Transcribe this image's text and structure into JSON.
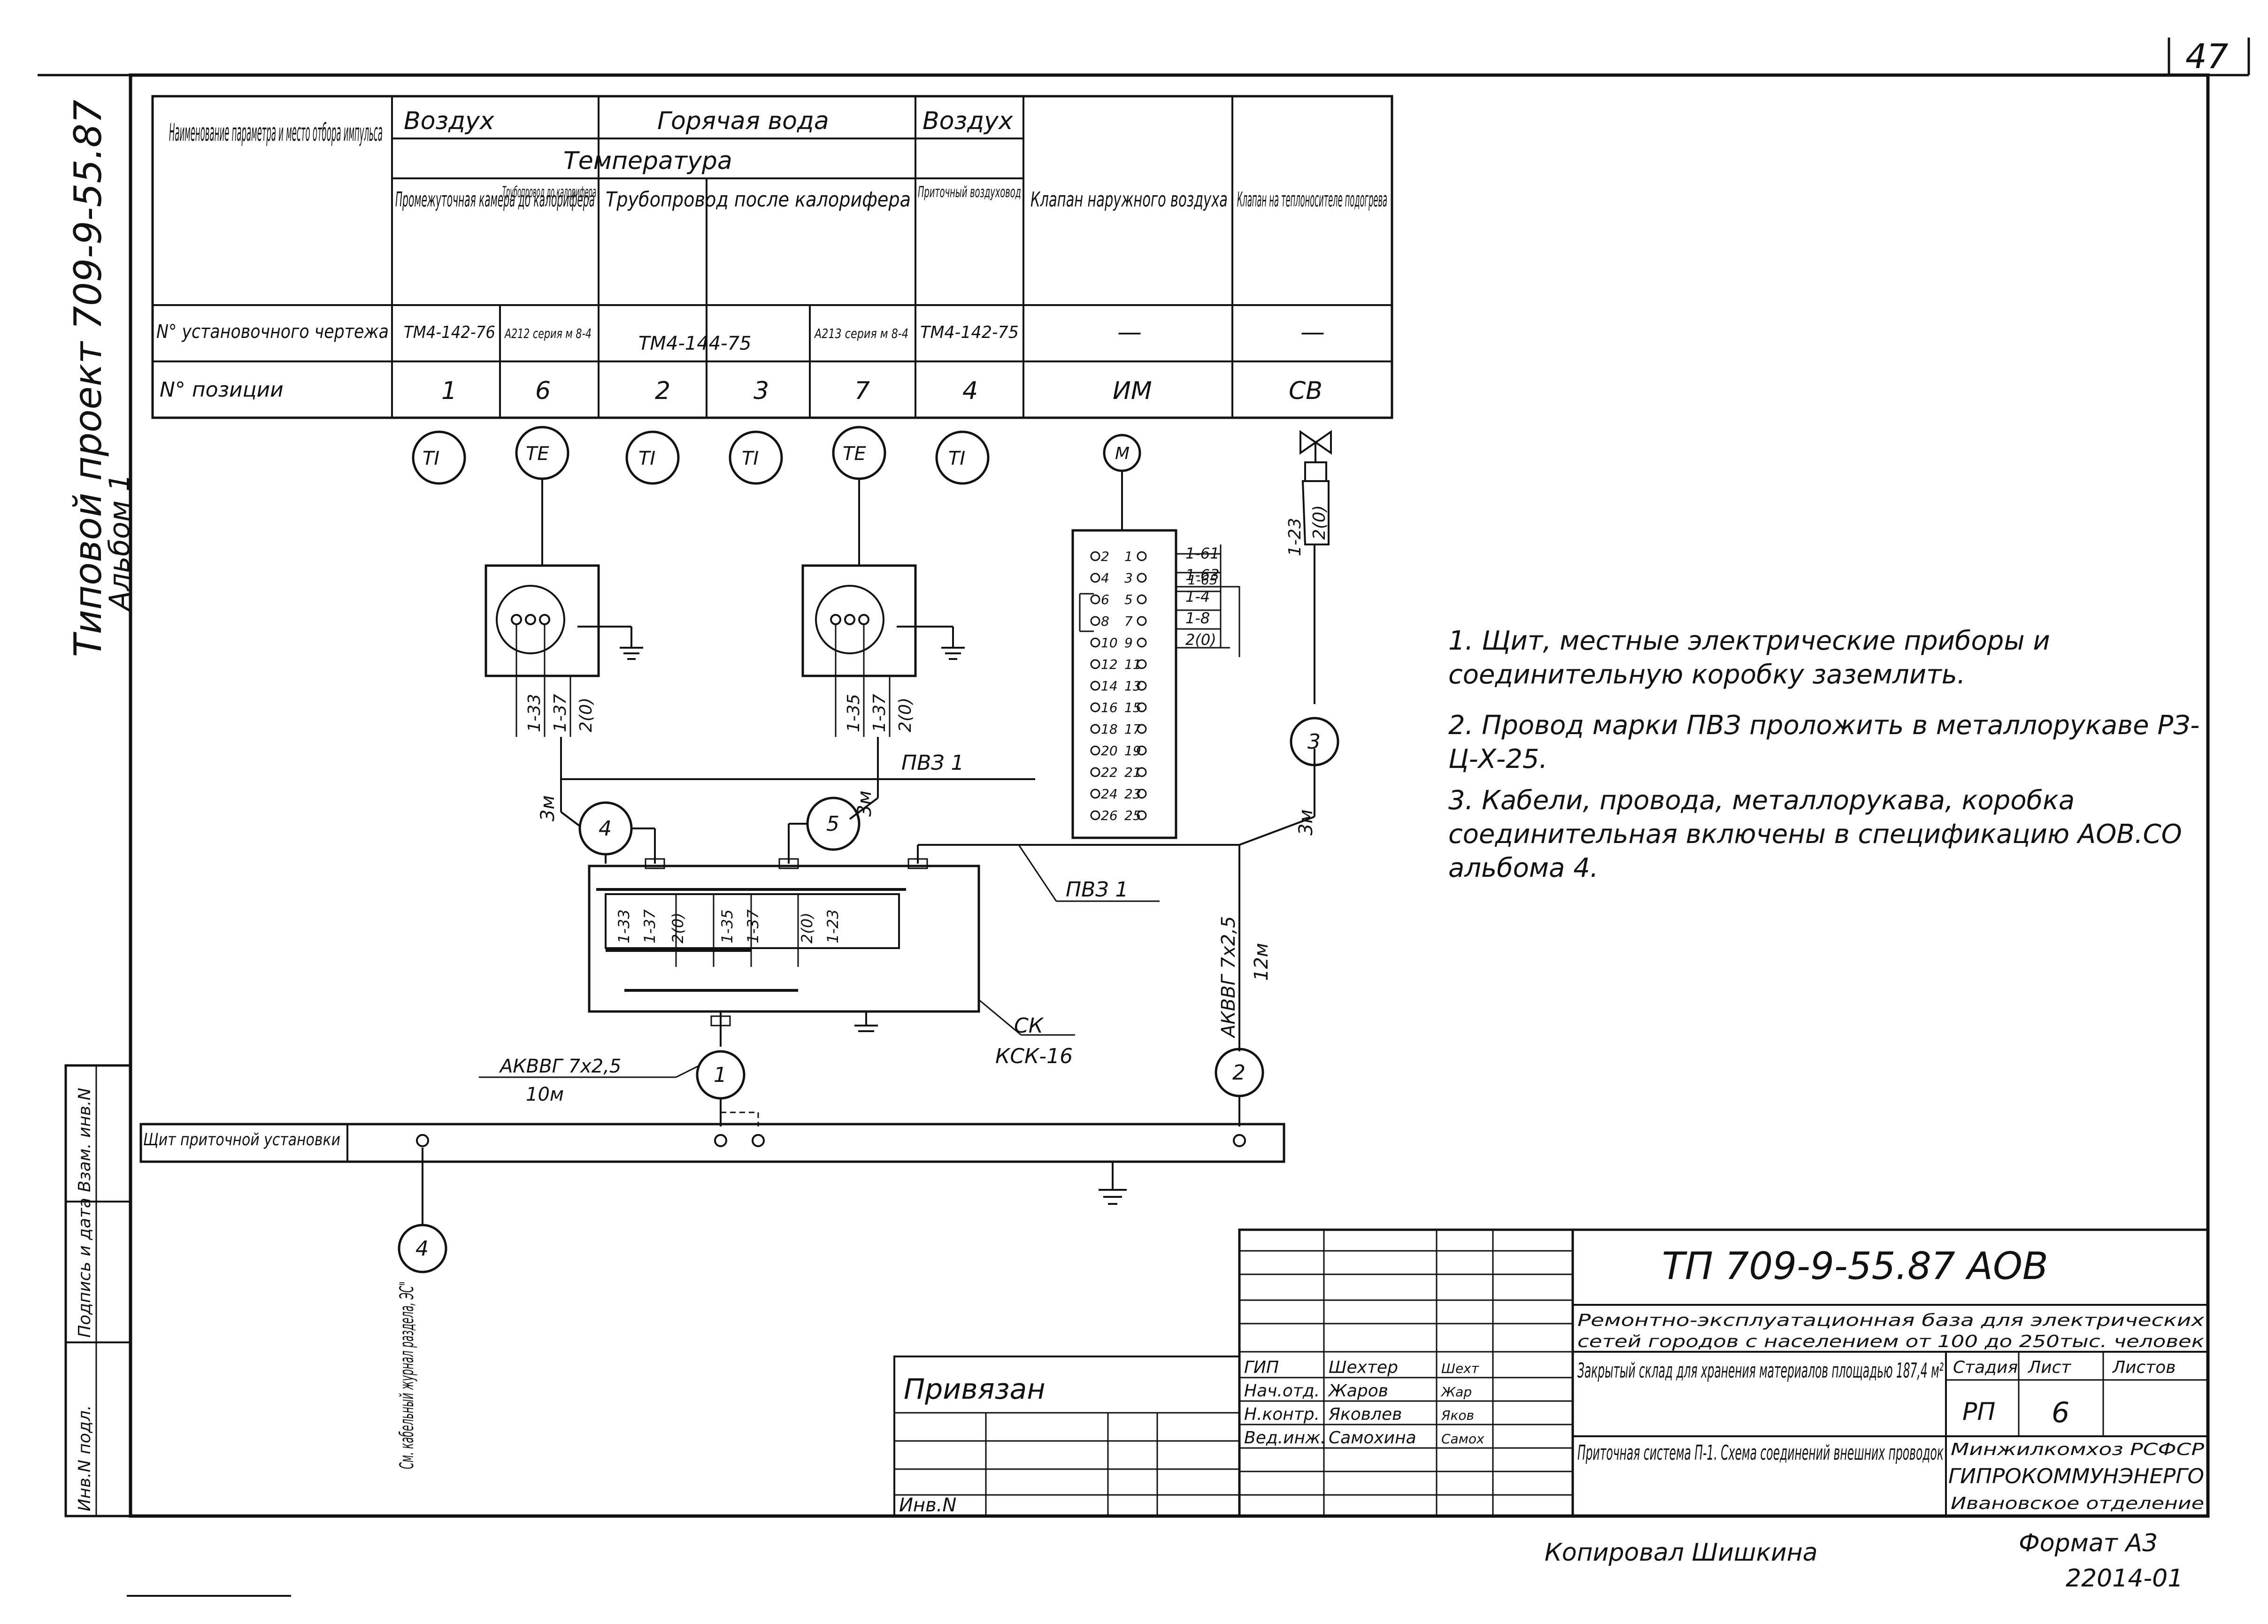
{
  "sheet": {
    "page_number": "47",
    "series_project": "Типовой проект 709-9-55.87",
    "album": "Альбом 1",
    "copied_by": "Копировал Шишкина",
    "format": "Формат А3",
    "order_number": "22014-01"
  },
  "side_stamp": {
    "cells": [
      "Взам. инв.N",
      "Подпись и дата",
      "Инв.N подл."
    ]
  },
  "table": {
    "param_header": "Наименование параметра и место отбора импульса",
    "medium_air_1": "Воздух",
    "medium_hot_water": "Горячая вода",
    "medium_air_2": "Воздух",
    "temperature": "Температура",
    "col_intermediate": "Промежуточная камера до калорифера",
    "col_pipe_before": "Трубопровод до калорифера",
    "col_pipe_after": "Трубопровод после калорифера",
    "col_supply_duct": "Приточный воздуховод",
    "col_outdoor_valve": "Клапан наружного воздуха",
    "col_heat_valve": "Клапан на теплоносителе подогрева",
    "row_drawing_label": "N° установочного чертежа",
    "row_position_label": "N° позиции",
    "drawings": [
      "ТМ4-142-76",
      "А212 серия м 8-4",
      "ТМ4-144-75",
      "А213 серия м 8-4",
      "ТМ4-142-75",
      "—",
      "—"
    ],
    "positions": [
      "1",
      "6",
      "2",
      "3",
      "7",
      "4",
      "ИМ",
      "СВ"
    ]
  },
  "sensors": [
    "TI",
    "TE",
    "TI",
    "TI",
    "TE",
    "TI",
    "M"
  ],
  "diagram": {
    "valve_cable": "1-23",
    "valve_wire": "2(0)",
    "box1_wires": [
      "1-33",
      "1-37",
      "2(0)"
    ],
    "box2_wires": [
      "1-35",
      "1-37",
      "2(0)"
    ],
    "cable_len_4": "3м",
    "cable_len_5": "3м",
    "cable_len_3": "3м",
    "circle_4": "4",
    "circle_5": "5",
    "circle_3": "3",
    "circle_1": "1",
    "circle_2": "2",
    "circle_4b": "4",
    "pv3_top": "ПВЗ 1",
    "pv3_mid": "ПВЗ 1",
    "terminal_rows": [
      [
        "2",
        "1",
        "1-61"
      ],
      [
        "4",
        "3",
        "1-63"
      ],
      [
        "6",
        "5",
        "1-4"
      ],
      [
        "8",
        "7",
        "1-8"
      ],
      [
        "10",
        "9",
        "2(0)"
      ],
      [
        "12",
        "11",
        ""
      ],
      [
        "14",
        "13",
        ""
      ],
      [
        "16",
        "15",
        ""
      ],
      [
        "18",
        "17",
        ""
      ],
      [
        "20",
        "19",
        ""
      ],
      [
        "22",
        "21",
        ""
      ],
      [
        "24",
        "23",
        ""
      ],
      [
        "26",
        "25",
        ""
      ]
    ],
    "terminal_extra": "1-65",
    "junction_terminals": [
      "1-33",
      "1-37",
      "2(0)",
      "1-35",
      "1-37",
      "2(0)",
      "1-23"
    ],
    "ck_label": "СК",
    "ck_type": "КСК-16",
    "cable1": "АКВВГ 7х2,5",
    "cable1_len": "10м",
    "cable2": "АКВВГ 7х2,5",
    "cable2_len": "12м",
    "panel_label": "Щит приточной установки",
    "cable_journal": "См. кабельный журнал раздела, ЭС\""
  },
  "notes": [
    "1. Щит, местные электрические приборы и соединительную коробку заземлить.",
    "2. Провод марки ПВЗ проложить в металлорукаве РЗ-Ц-Х-25.",
    "3. Кабели, провода, металлорукава, коробка соединительная включены в спецификацию АОВ.СО альбома 4."
  ],
  "title_block": {
    "doc_code": "ТП 709-9-55.87    АОВ",
    "org_line1": "Ремонтно-эксплуатационная база для электрических",
    "org_line2": "сетей городов с населением от 100 до 250тыс. человек",
    "object_title": "Закрытый склад для хранения материалов площадью 187,4 м²",
    "sheet_title": "Приточная система П-1. Схема соединений внешних проводок",
    "privyazan": "Привязан",
    "inv_no": "Инв.N",
    "stage_label": "Стадия",
    "sheet_label": "Лист",
    "sheets_label": "Листов",
    "stage": "РП",
    "sheet_no": "6",
    "ministry": "Минжилкомхоз РСФСР",
    "institute": "ГИПРОКОММУНЭНЕРГО",
    "department": "Ивановское отделение",
    "roles": [
      {
        "role": "ГИП",
        "name": "Шехтер",
        "sign": "Шехт"
      },
      {
        "role": "Нач.отд.",
        "name": "Жаров",
        "sign": "Жар"
      },
      {
        "role": "Н.контр.",
        "name": "Яковлев",
        "sign": "Яков"
      },
      {
        "role": "Вед.инж.",
        "name": "Самохина",
        "sign": "Самох"
      }
    ]
  }
}
